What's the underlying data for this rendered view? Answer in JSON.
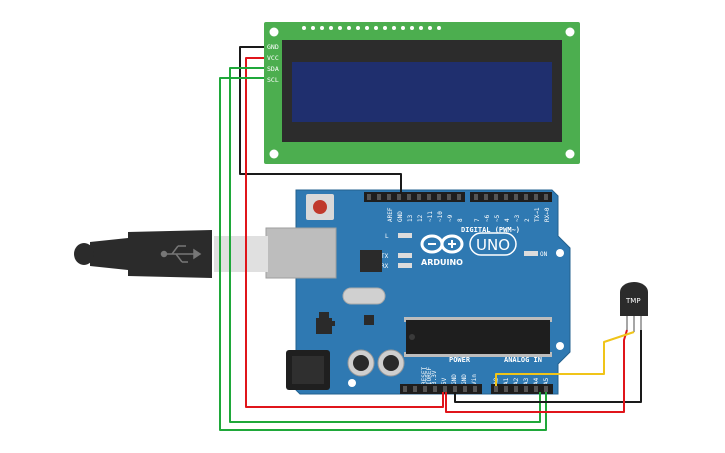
{
  "lcd": {
    "pins": [
      "GND",
      "VCC",
      "SDA",
      "SCL"
    ]
  },
  "arduino": {
    "brand": "ARDUINO",
    "model": "UNO",
    "digital_header_label": "DIGITAL (PWM~)",
    "digital_pins": [
      "AREF",
      "GND",
      "13",
      "12",
      "~11",
      "~10",
      "~9",
      "8",
      "7",
      "~6",
      "~5",
      "4",
      "~3",
      "2",
      "TX→1",
      "RX←0"
    ],
    "led_labels": [
      "L",
      "TX",
      "RX",
      "ON"
    ],
    "power_header_label": "POWER",
    "power_pins": [
      "IOREF",
      "RESET",
      "3.3V",
      "5V",
      "GND",
      "GND",
      "Vin"
    ],
    "analog_header_label": "ANALOG IN",
    "analog_pins": [
      "A0",
      "A1",
      "A2",
      "A3",
      "A4",
      "A5"
    ]
  },
  "sensor": {
    "label": "TMP"
  },
  "wire_colors": {
    "gnd": "#1a1a1a",
    "vcc": "#e0151b",
    "sda": "#1fa83a",
    "scl": "#1fa83a",
    "signal": "#f0c419"
  },
  "colors": {
    "lcd_board": "#4cae4f",
    "lcd_screen": "#1f2f6e",
    "arduino_board": "#2f79b2",
    "usb_body": "#2b2b2b"
  }
}
